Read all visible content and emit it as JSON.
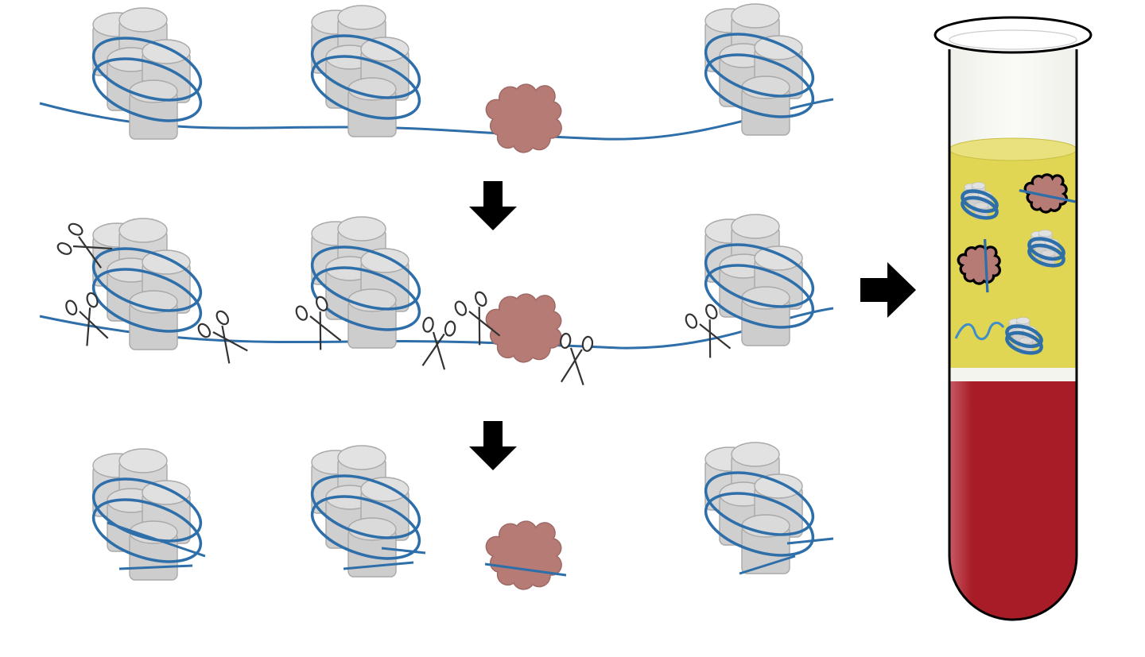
{
  "diagram": {
    "steps": [
      {
        "name": "intact-chromatin",
        "nucleosomes": 3,
        "protein_blobs": 1,
        "dna": "continuous"
      },
      {
        "name": "enzymatic-cutting",
        "nucleosomes": 3,
        "protein_blobs": 1,
        "scissors": 8
      },
      {
        "name": "fragmented-chromatin",
        "nucleosomes": 3,
        "protein_blobs": 1,
        "dna": "fragments"
      }
    ],
    "tube": {
      "layers": [
        "plasma",
        "buffy-coat",
        "red-cells"
      ],
      "contents": [
        "nucleosome",
        "protein-bound-dna",
        "protein-bound-dna",
        "nucleosome",
        "free-dna",
        "nucleosome"
      ]
    },
    "arrows": [
      "arrow-down",
      "arrow-down",
      "arrow-right"
    ],
    "colors": {
      "dna": "#2e6ea9",
      "histone": "#d2d2d2",
      "protein": "#b77b76",
      "plasma": "#e0d653",
      "blood": "#a71c27"
    }
  }
}
